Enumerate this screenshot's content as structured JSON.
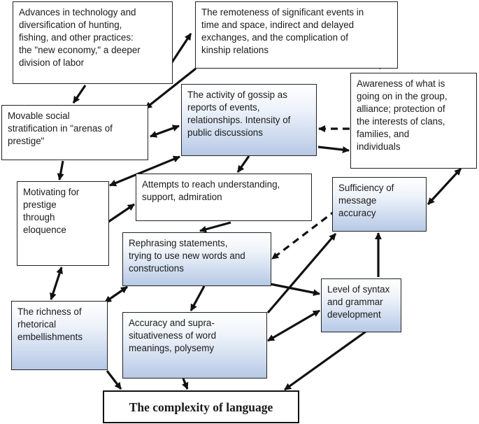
{
  "diagram": {
    "nodes": {
      "advances": {
        "lines": [
          "Advances in technology and",
          "diversification of hunting,",
          "fishing, and other practices:",
          "the \"new economy,\" a deeper",
          "division of labor"
        ]
      },
      "remoteness": {
        "lines": [
          "The remoteness of significant events in",
          "time and space, indirect and delayed",
          "exchanges, and the complication of",
          "kinship relations"
        ]
      },
      "awareness": {
        "lines": [
          "Awareness of what is",
          "going on in the group,",
          "alliance; protection of",
          "the interests of clans,",
          "families, and",
          "individuals"
        ]
      },
      "stratification": {
        "lines": [
          "Movable social",
          "stratification in \"arenas of",
          "prestige\""
        ]
      },
      "gossip": {
        "lines": [
          "The activity of gossip as",
          "reports of events,",
          "relationships. Intensity of",
          "public discussions"
        ]
      },
      "motivating": {
        "lines": [
          "Motivating for",
          "prestige",
          "through",
          "eloquence"
        ]
      },
      "attempts": {
        "lines": [
          "Attempts to reach understanding,",
          "support, admiration"
        ]
      },
      "sufficiency": {
        "lines": [
          "Sufficiency of",
          "message",
          "accuracy"
        ]
      },
      "rephrasing": {
        "lines": [
          "Rephrasing statements,",
          "trying to use new words and",
          "constructions"
        ]
      },
      "syntax": {
        "lines": [
          "Level of syntax",
          "and grammar",
          "development"
        ]
      },
      "richness": {
        "lines": [
          "The richness of",
          "rhetorical",
          "embellishments"
        ]
      },
      "accuracy": {
        "lines": [
          "Accuracy and supra-",
          "situativeness of word",
          "meanings, polysemy"
        ]
      },
      "complexity": {
        "lines": [
          "The complexity of language"
        ]
      }
    },
    "colors": {
      "stroke": "#111111",
      "shade_top": "#ffffff",
      "shade_bottom": "#b7c9e6"
    }
  }
}
